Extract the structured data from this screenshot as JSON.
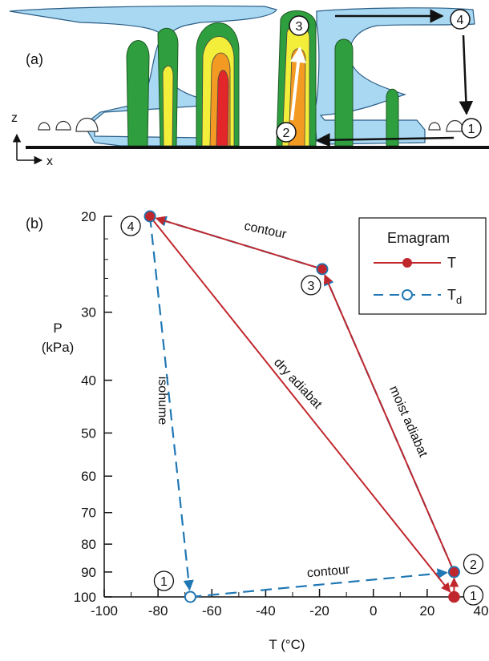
{
  "panel_a": {
    "label": "(a)",
    "axis_z": "z",
    "axis_x": "x",
    "points": [
      "1",
      "2",
      "3",
      "4"
    ]
  },
  "panel_b": {
    "label": "(b)",
    "ylabel_line1": "P",
    "ylabel_line2": "(kPa)",
    "xlabel": "T (°C)",
    "legend": {
      "title": "Emagram",
      "t_label": "T",
      "td_label": "T",
      "td_subscript": "d"
    },
    "annotations": {
      "contour_top": "contour",
      "contour_bottom": "contour",
      "dry_adiabat": "dry adiabat",
      "moist_adiabat": "moist adiabat",
      "isohume": "isohume"
    },
    "point_labels": [
      "1",
      "2",
      "3",
      "4"
    ],
    "colors": {
      "T": "#c0272d",
      "Td": "#1f77b4"
    }
  },
  "chart_data": {
    "type": "line",
    "title": "Emagram",
    "xlabel": "T (°C)",
    "ylabel": "P (kPa)",
    "xlim": [
      -100,
      40
    ],
    "ylim": [
      100,
      20
    ],
    "y_scale": "log",
    "xticks": [
      -100,
      -80,
      -60,
      -40,
      -20,
      0,
      20,
      40
    ],
    "yticks": [
      20,
      30,
      40,
      50,
      60,
      70,
      80,
      90,
      100
    ],
    "legend_position": "top-right",
    "series": [
      {
        "name": "T",
        "style": "solid, filled circles",
        "points": [
          {
            "label": "1",
            "T": 30,
            "P": 100
          },
          {
            "label": "2",
            "T": 30,
            "P": 90
          },
          {
            "label": "3",
            "T": -19,
            "P": 25
          },
          {
            "label": "4",
            "T": -83,
            "P": 20
          }
        ],
        "closed": true
      },
      {
        "name": "Td",
        "style": "dashed, open circles",
        "points": [
          {
            "label": "1",
            "T": -68,
            "P": 100
          },
          {
            "label": "2",
            "T": 30,
            "P": 90
          },
          {
            "label": "3",
            "T": -19,
            "P": 25
          },
          {
            "label": "4",
            "T": -83,
            "P": 20
          }
        ],
        "closed": true
      }
    ]
  }
}
